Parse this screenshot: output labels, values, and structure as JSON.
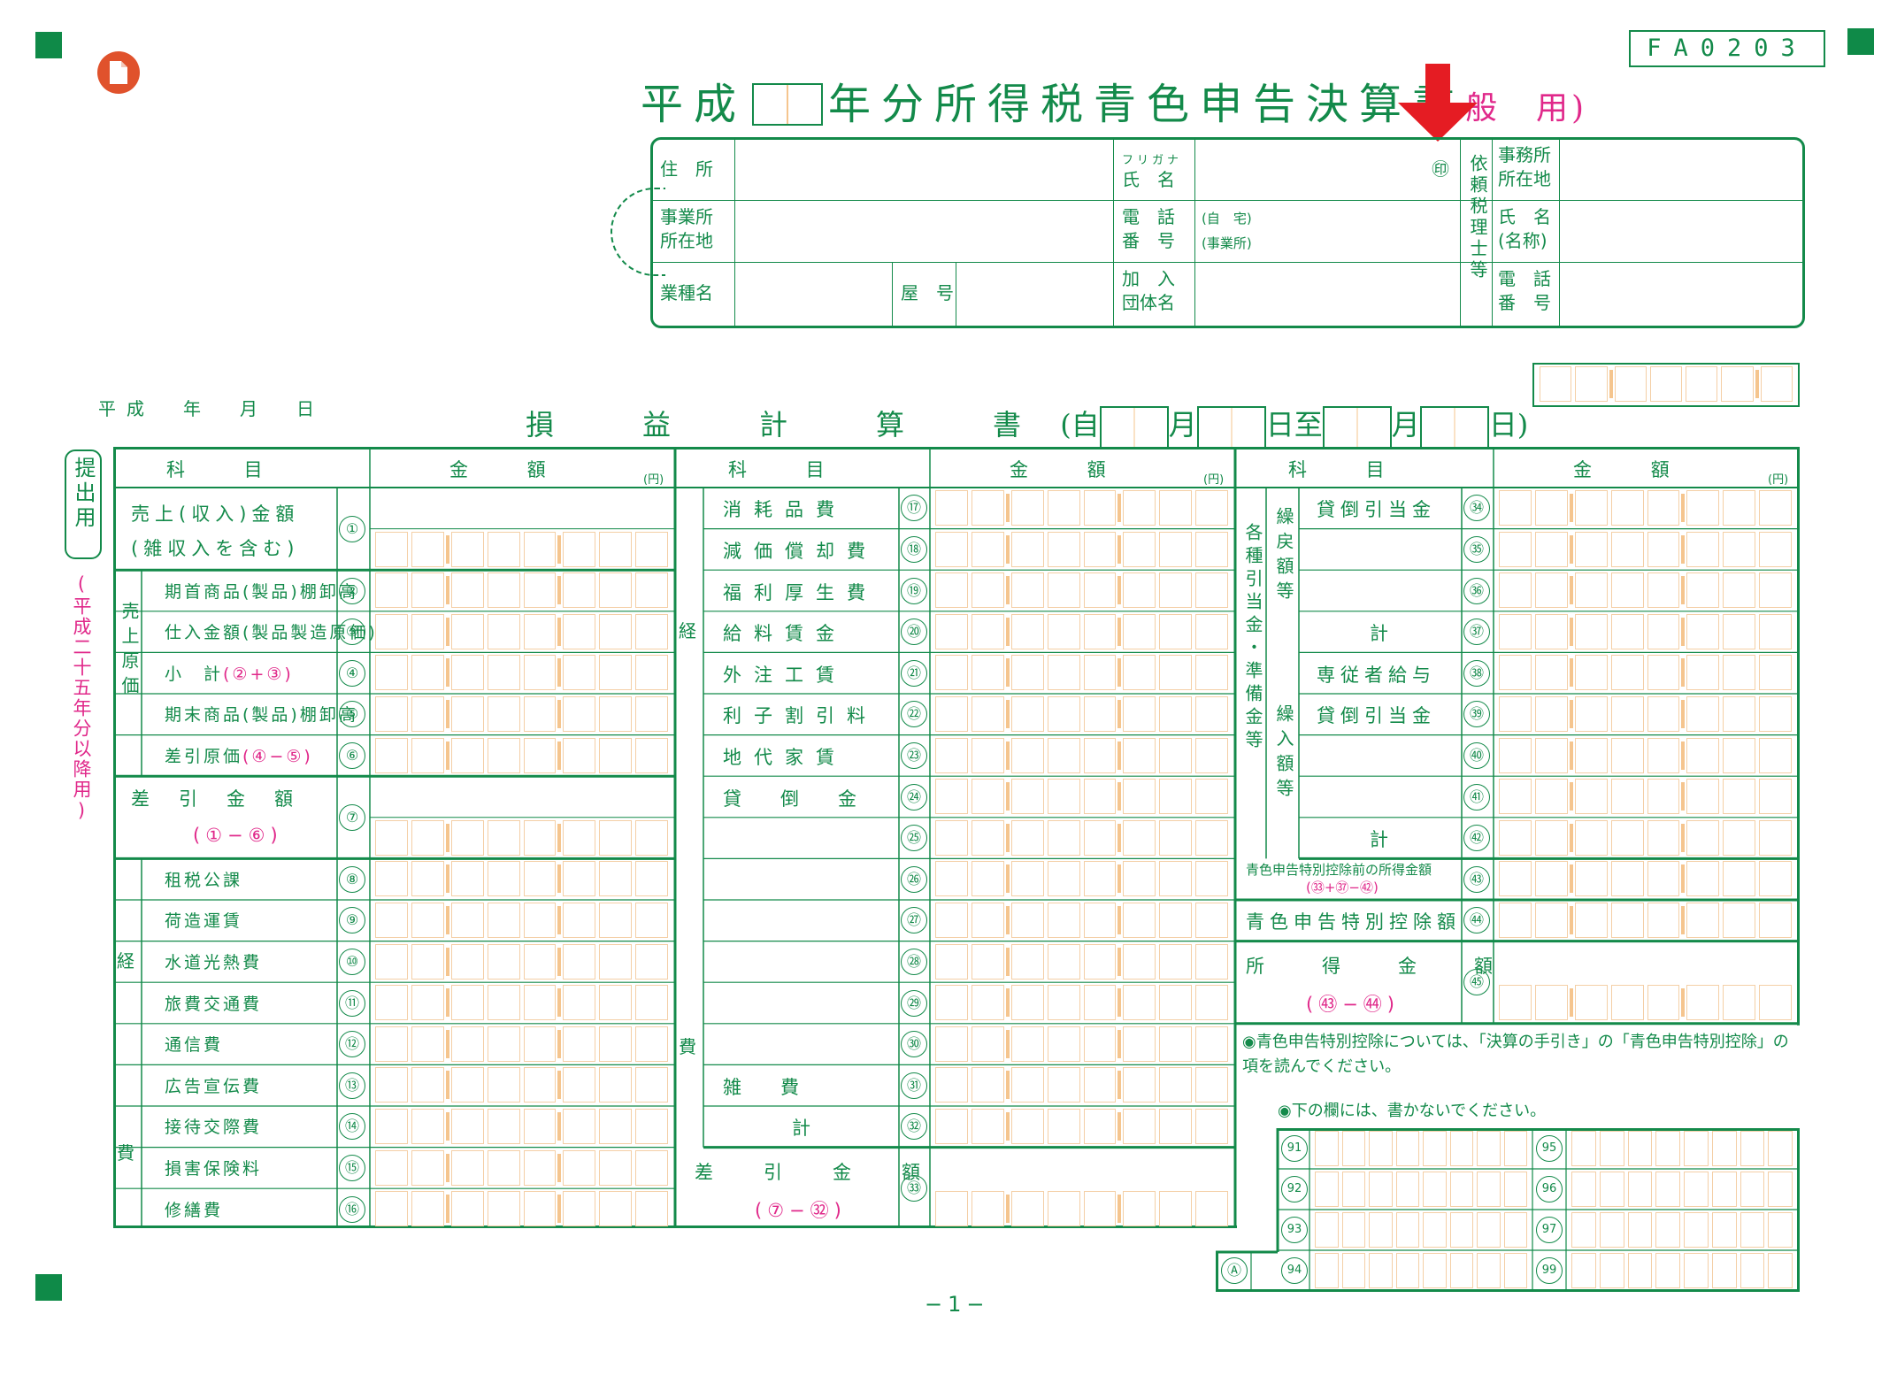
{
  "form_code": "FA0203",
  "title": {
    "prefix": "平成",
    "main": "年分所得税青色申告決算書",
    "suffix": "般　用)"
  },
  "header": {
    "address": "住　所",
    "furigana": "フリガナ",
    "name": "氏　名",
    "seal": "㊞",
    "office_addr": "事業所\n所在地",
    "phone": "電　話\n番　号",
    "phone_home": "(自　宅)",
    "phone_office": "(事業所)",
    "business_type": "業種名",
    "trade_name": "屋　号",
    "association": "加　入\n団体名",
    "tax_agent": "依頼税理士等",
    "agent_office": "事務所\n所在地",
    "agent_name": "氏　名\n(名称)",
    "agent_phone": "電　話\n番　号"
  },
  "date_line": "平成　年　月　日",
  "pl": {
    "title": "損　益　計　算　書",
    "from": "(自",
    "month": "月",
    "day": "日至",
    "month2": "月",
    "day_end": "日)"
  },
  "side_label": "提出用",
  "side_sub": "(平成二十五年分以降用)",
  "columns": {
    "item": "科目",
    "amount": "金額",
    "yen": "(円)"
  },
  "rows_left": [
    {
      "num": "①",
      "label": "売上(収入)金額",
      "sub": "(雑収入を含む)"
    },
    {
      "num": "②",
      "label": "期首商品(製品)棚卸高"
    },
    {
      "num": "③",
      "label": "仕入金額(製品製造原価)"
    },
    {
      "num": "④",
      "label": "小　計",
      "formula": "(②+③)"
    },
    {
      "num": "⑤",
      "label": "期末商品(製品)棚卸高"
    },
    {
      "num": "⑥",
      "label": "差引原価",
      "formula": "(④−⑤)"
    },
    {
      "num": "⑦",
      "label": "差　引　金　額",
      "formula": "(①−⑥)"
    },
    {
      "num": "⑧",
      "label": "租税公課"
    },
    {
      "num": "⑨",
      "label": "荷造運賃"
    },
    {
      "num": "⑩",
      "label": "水道光熱費"
    },
    {
      "num": "⑪",
      "label": "旅費交通費"
    },
    {
      "num": "⑫",
      "label": "通信費"
    },
    {
      "num": "⑬",
      "label": "広告宣伝費"
    },
    {
      "num": "⑭",
      "label": "接待交際費"
    },
    {
      "num": "⑮",
      "label": "損害保険料"
    },
    {
      "num": "⑯",
      "label": "修繕費"
    }
  ],
  "group_labels": {
    "cogs": "売上原価",
    "expenses_left": "経費",
    "expenses_mid": "経費"
  },
  "rows_mid": [
    {
      "num": "⑰",
      "label": "消耗品費"
    },
    {
      "num": "⑱",
      "label": "減価償却費"
    },
    {
      "num": "⑲",
      "label": "福利厚生費"
    },
    {
      "num": "⑳",
      "label": "給料賃金"
    },
    {
      "num": "㉑",
      "label": "外注工賃"
    },
    {
      "num": "㉒",
      "label": "利子割引料"
    },
    {
      "num": "㉓",
      "label": "地代家賃"
    },
    {
      "num": "㉔",
      "label": "貸倒金"
    },
    {
      "num": "㉕",
      "label": ""
    },
    {
      "num": "㉖",
      "label": ""
    },
    {
      "num": "㉗",
      "label": ""
    },
    {
      "num": "㉘",
      "label": ""
    },
    {
      "num": "㉙",
      "label": ""
    },
    {
      "num": "㉚",
      "label": ""
    },
    {
      "num": "㉛",
      "label": "雑費"
    },
    {
      "num": "㉜",
      "label": "計"
    },
    {
      "num": "㉝",
      "label": "差　引　金　額",
      "formula": "(⑦−㉜)"
    }
  ],
  "rows_right": [
    {
      "num": "㉞",
      "label": "貸倒引当金"
    },
    {
      "num": "㉟",
      "label": ""
    },
    {
      "num": "㊱",
      "label": ""
    },
    {
      "num": "㊲",
      "label": "計"
    },
    {
      "num": "㊳",
      "label": "専従者給与"
    },
    {
      "num": "㊴",
      "label": "貸倒引当金"
    },
    {
      "num": "㊵",
      "label": ""
    },
    {
      "num": "㊶",
      "label": ""
    },
    {
      "num": "㊷",
      "label": "計"
    },
    {
      "num": "㊸",
      "label": "青色申告特別控除前の所得金額",
      "formula": "(㉝+㊲−㊷)"
    },
    {
      "num": "㊹",
      "label": "青色申告特別控除額"
    },
    {
      "num": "㊺",
      "label": "所　得　金　額",
      "formula": "(㊸−㊹)"
    }
  ],
  "right_groups": {
    "reserve": "各種引当金・準備金等",
    "reversal": "繰戻額等",
    "transfer": "繰入額等"
  },
  "notes": {
    "deduction": "◉青色申告特別控除については、「決算の手引き」の「青色申告特別控除」の項を読んでください。",
    "no_write": "◉下の欄には、書かないでください。"
  },
  "ref_nums": [
    "91",
    "92",
    "93",
    "94",
    "95",
    "96",
    "97",
    "99"
  ],
  "ref_a": "Ⓐ",
  "page_number": "−1−"
}
